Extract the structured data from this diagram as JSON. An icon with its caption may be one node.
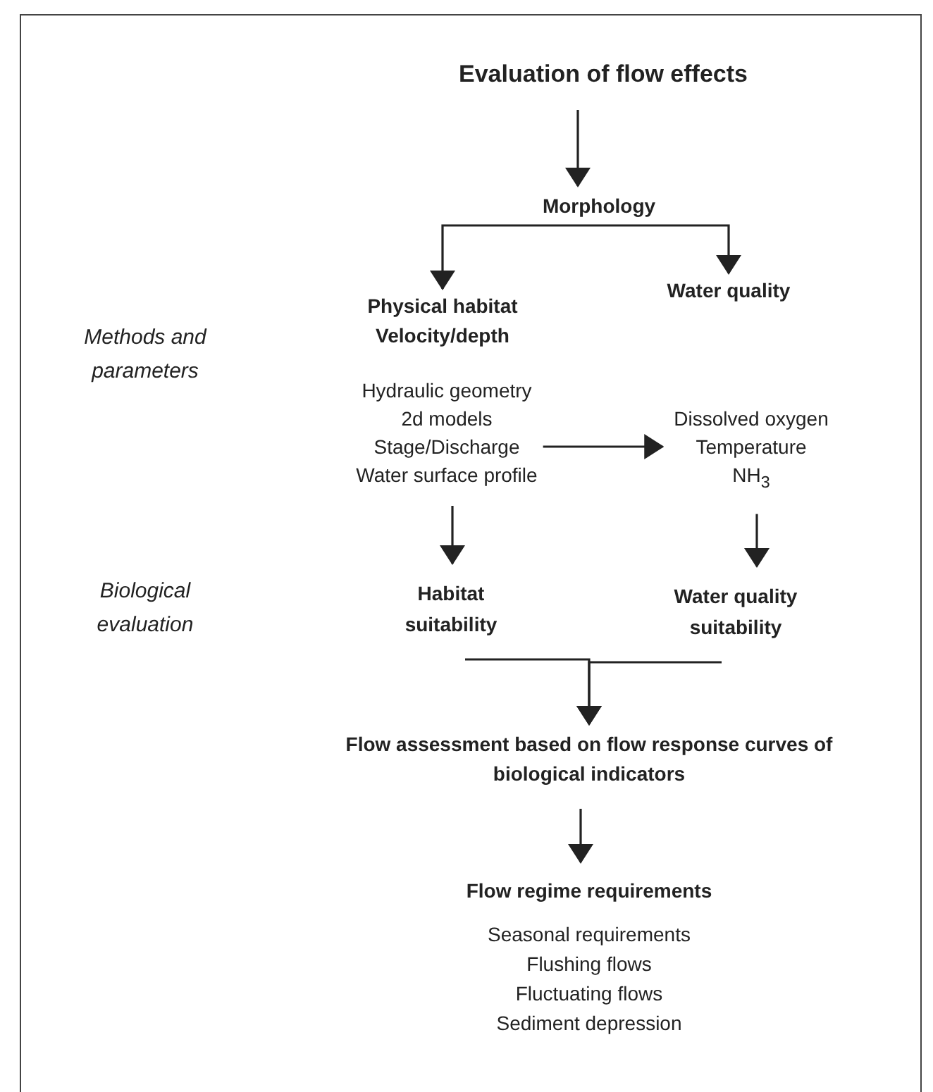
{
  "diagram": {
    "nodes": [
      {
        "text": [
          "Evaluation of flow effects"
        ]
      },
      {
        "text": [
          "Morphology"
        ]
      },
      {
        "text": [
          "Physical habitat",
          "Velocity/depth"
        ]
      },
      {
        "text": [
          "Water quality"
        ]
      },
      {
        "text": [
          "Hydraulic geometry",
          "2d models",
          "Stage/Discharge",
          "Water surface profile"
        ]
      },
      {
        "text": [
          "Dissolved oxygen",
          "Temperature",
          "NH$_{3}$"
        ]
      },
      {
        "text": [
          "Habitat suitability"
        ]
      },
      {
        "text": [
          "Water quality suitability"
        ]
      },
      {
        "text": [
          "Flow assessment based on flow response curves of biological indicators"
        ]
      },
      {
        "text": [
          "Flow regime requirements",
          "Seasonal requirements",
          "Flushing flows",
          "Fluctuating flows",
          "Sediment depression"
        ]
      }
    ],
    "edges": [
      {
        "from": 0,
        "to": 1,
        "arrow": "to"
      },
      {
        "from": 1,
        "to": 2,
        "arrow": "to"
      },
      {
        "from": 1,
        "to": 3,
        "arrow": "to"
      },
      {
        "from": 4,
        "to": 5,
        "arrow": "to"
      },
      {
        "from": 4,
        "to": 6,
        "arrow": "to"
      },
      {
        "from": 5,
        "to": 7,
        "arrow": "to"
      },
      {
        "from": 6,
        "to": 8,
        "arrow": "to"
      },
      {
        "from": 7,
        "to": 8,
        "arrow": "to"
      },
      {
        "from": 8,
        "to": 9,
        "arrow": "to"
      }
    ],
    "labels": [
      "Methods and parameters",
      "Biological evaluation"
    ]
  }
}
